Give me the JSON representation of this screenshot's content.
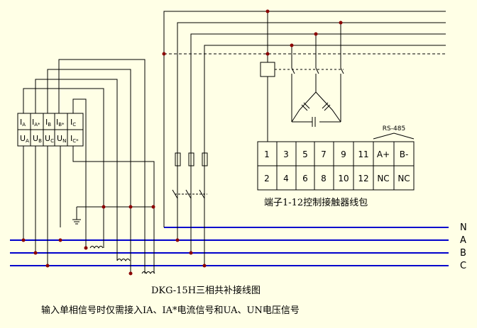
{
  "buses": [
    {
      "label": "N"
    },
    {
      "label": "A"
    },
    {
      "label": "B"
    },
    {
      "label": "C"
    }
  ],
  "signal_block": {
    "top": [
      {
        "main": "I",
        "sub": "A"
      },
      {
        "main": "I",
        "sub": "A*"
      },
      {
        "main": "I",
        "sub": "B"
      },
      {
        "main": "I",
        "sub": "B*"
      },
      {
        "main": "I",
        "sub": "C"
      }
    ],
    "bottom": [
      {
        "main": "U",
        "sub": "A"
      },
      {
        "main": "U",
        "sub": "B"
      },
      {
        "main": "U",
        "sub": "C"
      },
      {
        "main": "U",
        "sub": "N"
      },
      {
        "main": "I",
        "sub": "C*"
      }
    ]
  },
  "terminal_block": {
    "top": [
      "1",
      "3",
      "5",
      "7",
      "9",
      "11",
      "A+",
      "B-"
    ],
    "bottom": [
      "2",
      "4",
      "6",
      "8",
      "10",
      "12",
      "NC",
      "NC"
    ],
    "rs485_label": "RS-485"
  },
  "terminal_caption": "端子1-12控制接触器线包",
  "title": "DKG-15H三相共补接线图",
  "note": "输入单相信号时仅需接入IA、IA*电流信号和UA、UN电压信号",
  "colors": {
    "background": "#ffffe6",
    "bus_line": "#0000cc",
    "wire": "#000000",
    "junction": "#8b0000"
  }
}
